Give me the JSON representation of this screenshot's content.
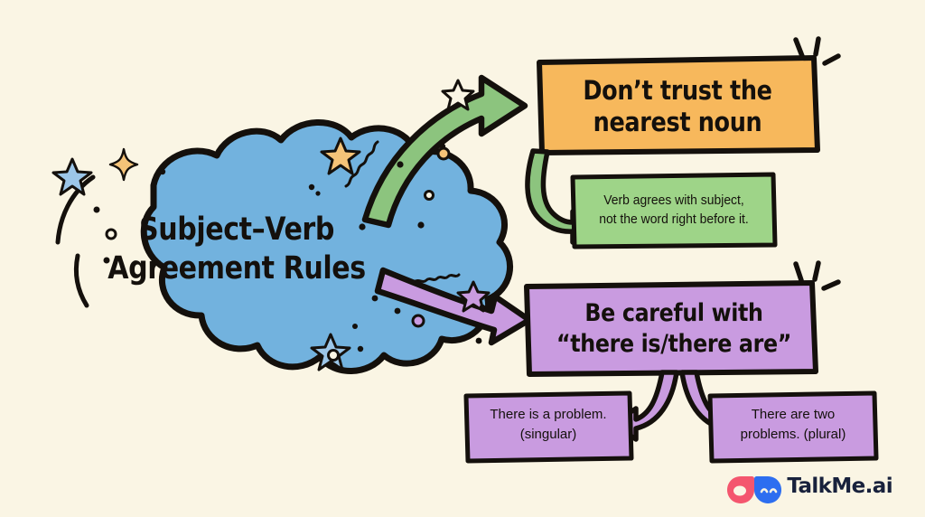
{
  "page": {
    "background_color": "#FAF5E4",
    "title": "Subject-Verb Agreement Rules"
  },
  "central_node": {
    "shape": "cloud",
    "fill_color": "#72B2DE",
    "outline_color": "#14100c",
    "label": "Subject–Verb\nAgreement Rules"
  },
  "branches": [
    {
      "id": "branch-nearest-noun",
      "arrow_color": "#8CC47E",
      "headline": {
        "text": "Don’t trust the\nnearest noun",
        "fill_color": "#F7B85C",
        "outline_color": "#14100c",
        "has_emphasis_marks": true
      },
      "note": {
        "text": "Verb agrees with subject,\nnot the word right before it.",
        "fill_color": "#9ED488",
        "outline_color": "#14100c"
      }
    },
    {
      "id": "branch-there-is-there-are",
      "arrow_color": "#C99BE0",
      "headline": {
        "text": "Be careful with\n“there is/there are”",
        "fill_color": "#C99BE0",
        "outline_color": "#14100c",
        "has_emphasis_marks": true
      },
      "examples": [
        {
          "id": "example-singular",
          "text": "There is a problem.\n(singular)",
          "fill_color": "#C99BE0",
          "outline_color": "#14100c"
        },
        {
          "id": "example-plural",
          "text": "There are two\nproblems. (plural)",
          "fill_color": "#C99BE0",
          "outline_color": "#14100c"
        }
      ]
    }
  ],
  "decorations": {
    "star_blue_color": "#9CC6E8",
    "star_orange_color": "#F5C378",
    "star_purple_color": "#C99BE0",
    "dot_color": "#14100c",
    "squiggle_color": "#14100c"
  },
  "logo": {
    "wordmark": "TalkMe.ai",
    "bubble_pink_color": "#F4566E",
    "bubble_blue_color": "#2D6EF0",
    "wordmark_color": "#18213c"
  }
}
